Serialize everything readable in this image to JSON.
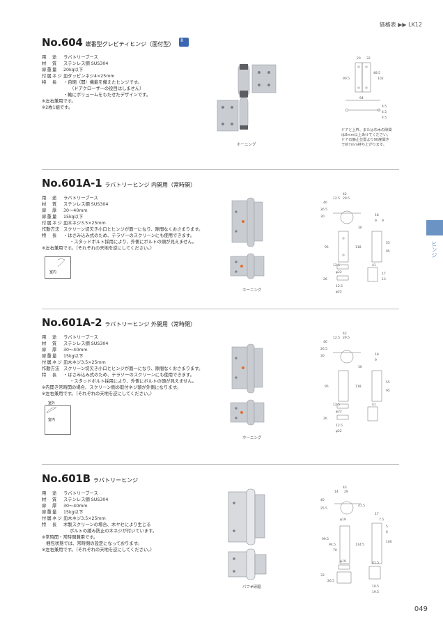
{
  "header": {
    "ref": "価格表 ▶▶ LK12"
  },
  "side_tab": {
    "label": "ヒンジ"
  },
  "page_number": "049",
  "sections": [
    {
      "no": "No.604",
      "name": "蝶番型グレビティヒンジ（面付型）",
      "badge": "R",
      "specs": [
        {
          "k": "用　途",
          "v": "ラバトリーブース"
        },
        {
          "k": "材　質",
          "v": "ステンレス鋼 SUS304"
        },
        {
          "k": "扉重量",
          "v": "20kg以下"
        },
        {
          "k": "付属ネジ",
          "v": "皿タッピンネジ4×25mm"
        },
        {
          "k": "特　長",
          "v": "・自閉（開）機能を備えたヒンジです。"
        }
      ],
      "spec_cont": [
        "（ドアクローザーの役目はしません）",
        "・軸にボリュームをもたせたデザインです。"
      ],
      "notes": [
        "※左右兼用です。",
        "※2枚1組です。"
      ],
      "photo_label": "ホーニング",
      "drawing_note": [
        "ドアと上枠、または巾木の隙間",
        "は8mm以上あけてください。",
        "ドアの静止位置より90度開き",
        "で約7mm持ち上がります。"
      ],
      "dims": [
        "20",
        "32",
        "90.5",
        "48.5",
        "102",
        "94",
        "4.5",
        "4.5",
        "4.5"
      ]
    },
    {
      "no": "No.601A-1",
      "name": "ラバトリーヒンジ 内開用（常時開）",
      "specs": [
        {
          "k": "用　途",
          "v": "ラバトリーブース"
        },
        {
          "k": "材　質",
          "v": "ステンレス鋼 SUS304"
        },
        {
          "k": "扉　厚",
          "v": "30〜40mm"
        },
        {
          "k": "扉重量",
          "v": "15kg以下"
        },
        {
          "k": "付属ネジ",
          "v": "皿木ネジ3.5×25mm"
        },
        {
          "k": "作動方法",
          "v": "スクリーン切欠き小口とヒンジが面一になり、隙間なくおさまります。"
        },
        {
          "k": "特　長",
          "v": "・はさみ込み式のため、テラゾーのスクリーンにも使用できます。"
        }
      ],
      "spec_cont": [
        "・スタッドボルト採用により、外側にボルトの頭が見えません。"
      ],
      "notes": [
        "※左右兼用です。（それぞれの天地を逆にしてください。）"
      ],
      "diagram_label": "室内",
      "photo_label": "ホーニング",
      "dims": [
        "42",
        "12.5",
        "29.5",
        "26.5",
        "30",
        "40",
        "18",
        "9",
        "9",
        "30",
        "95",
        "118",
        "55",
        "95",
        "12.5",
        "φ22",
        "41",
        "26",
        "12.5",
        "φ22",
        "17",
        "13"
      ]
    },
    {
      "no": "No.601A-2",
      "name": "ラバトリーヒンジ 外開用（常時閉）",
      "specs": [
        {
          "k": "用　途",
          "v": "ラバトリーブース"
        },
        {
          "k": "材　質",
          "v": "ステンレス鋼 SUS304"
        },
        {
          "k": "扉　厚",
          "v": "30〜40mm"
        },
        {
          "k": "扉重量",
          "v": "15kg以下"
        },
        {
          "k": "付属ネジ",
          "v": "皿木ネジ3.5×25mm"
        },
        {
          "k": "作動方法",
          "v": "スクリーン切欠き小口とヒンジが面一になり、隙間なくおさまります。"
        },
        {
          "k": "特　長",
          "v": "・はさみ込み式のため、テラゾーのスクリーンにも使用できます。"
        }
      ],
      "spec_cont": [
        "・スタッドボルト採用により、外側にボルトの頭が見えません。"
      ],
      "notes": [
        "※内開き常時開の場合、スクリーン側の取付ネジ頭が外側になります。",
        "※左右兼用です。（それぞれの天地を逆にしてください。）"
      ],
      "diagram_labels": [
        "室外",
        "室内"
      ],
      "photo_label": "ホーニング",
      "dims": [
        "42",
        "12.5",
        "29.5",
        "26.5",
        "30",
        "40",
        "18",
        "9",
        "30",
        "95",
        "118",
        "55",
        "95",
        "12.5",
        "φ22",
        "41",
        "26",
        "12.5",
        "φ22"
      ]
    },
    {
      "no": "No.601B",
      "name": "ラバトリーヒンジ",
      "specs": [
        {
          "k": "用　途",
          "v": "ラバトリーブース"
        },
        {
          "k": "材　質",
          "v": "ステンレス鋼 SUS304"
        },
        {
          "k": "扉　厚",
          "v": "30〜40mm"
        },
        {
          "k": "扉重量",
          "v": "15kg以下"
        },
        {
          "k": "付属ネジ",
          "v": "皿木ネジ3.5×25mm"
        },
        {
          "k": "特　長",
          "v": "木製スクリーンの場合、木ヤセにより生じる"
        }
      ],
      "spec_cont": [
        "ボルトの緩み防止の木ネジが付いています。"
      ],
      "notes": [
        "※常時開・常時閉兼用です。",
        "　梱包状態では、常時閉の設定になっております。",
        "※左右兼用です。（それぞれの天地を逆にしてください。）"
      ],
      "photo_label": "バフ#研磨",
      "dims": [
        "43",
        "14",
        "29",
        "25.5",
        "40",
        "41.5",
        "φ19",
        "17",
        "7.5",
        "99.5",
        "94.5",
        "70",
        "114.5",
        "5",
        "6",
        "100",
        "φ19",
        "41.5",
        "33",
        "26.5",
        "10.5",
        "19.5"
      ]
    }
  ]
}
